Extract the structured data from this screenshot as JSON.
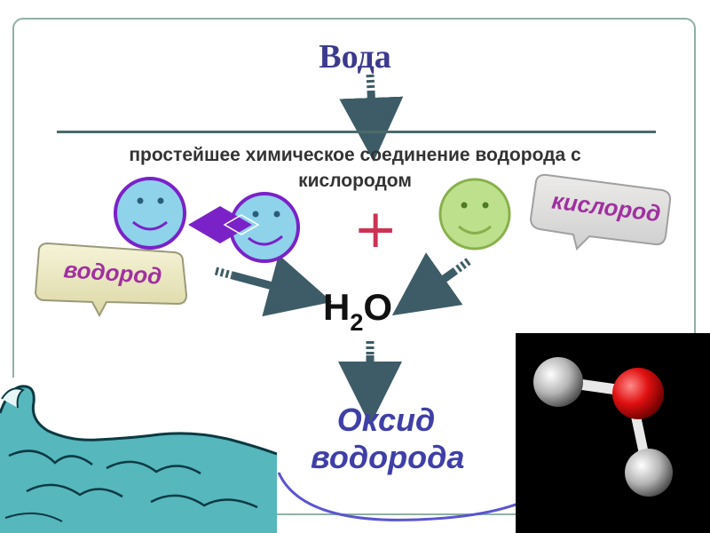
{
  "title": "Вода",
  "definition": {
    "line1": "простейшее химическое соединение водорода с",
    "line2": "кислородом"
  },
  "labels": {
    "hydrogen": "водород",
    "oxygen": "кислород"
  },
  "plus_sign": "+",
  "formula": {
    "part1": "H",
    "subscript": "2",
    "part2": "O"
  },
  "result": {
    "line1": "Оксид",
    "line2": "водорода"
  },
  "colors": {
    "title": "#3c3a8e",
    "hydrogen_face_fill": "#8fd3ea",
    "hydrogen_face_stroke": "#7a22c8",
    "oxygen_face_fill": "#bde08c",
    "oxygen_face_stroke": "#88b04b",
    "arrow": "#3d5c67",
    "callout_text": "#a030a0",
    "plus": "#cc3355",
    "result_text": "#3f3fa8"
  }
}
